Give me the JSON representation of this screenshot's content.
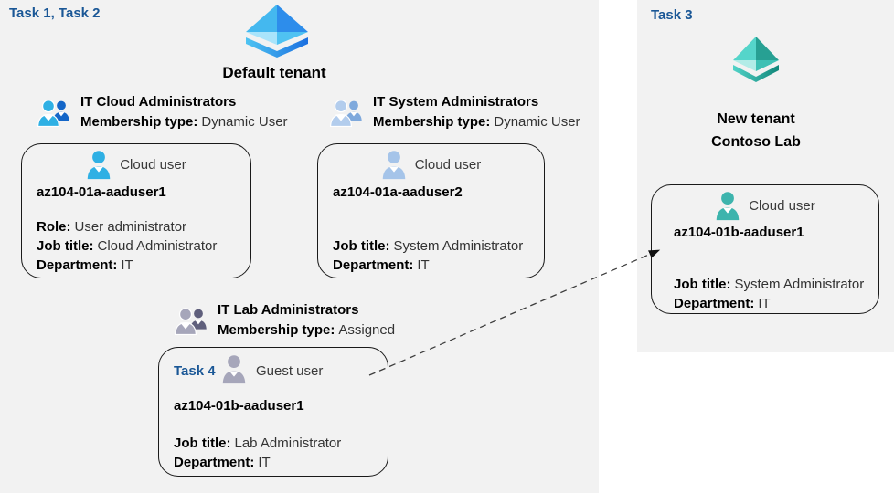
{
  "colors": {
    "page_background": "#ffffff",
    "region_fill": "#f2f2f2",
    "task_label_blue": "#1a5796",
    "card_border": "#1a1a1a",
    "tenant_icon_blue": [
      "#44b8ef",
      "#2d8deb",
      "#a9e4fb",
      "#4fc2f2",
      "#4ec4f2",
      "#1b6fe0"
    ],
    "tenant_icon_teal": [
      "#55d5ca",
      "#27a093",
      "#b2ece7",
      "#3fc0b4",
      "#52d3c8",
      "#118679"
    ],
    "cloud_user_icon_cyan": "#2fb0e4",
    "cloud_user_icon_steel": "#a5c4e9",
    "guest_user_icon_gray": "#a6a6ba",
    "cloud_user_icon_teal": "#3db4ad",
    "group_icon_blue": [
      "#2fb0e4",
      "#1466c8"
    ],
    "group_icon_steel": [
      "#b3cded",
      "#7fa9dc"
    ],
    "group_icon_gray": [
      "#a6a6ba",
      "#5f5f7c"
    ]
  },
  "left": {
    "task_label": "Task 1, Task 2",
    "tenant_name": "Default tenant",
    "groups": [
      {
        "title": "IT Cloud Administrators",
        "membership_label": "Membership type:",
        "membership_value": "Dynamic User"
      },
      {
        "title": "IT System Administrators",
        "membership_label": "Membership type:",
        "membership_value": "Dynamic User"
      },
      {
        "title": "IT Lab Administrators",
        "membership_label": "Membership type:",
        "membership_value": "Assigned"
      }
    ],
    "users": [
      {
        "type_label": "Cloud user",
        "name": "az104-01a-aaduser1",
        "fields": [
          {
            "label": "Role:",
            "value": "User administrator"
          },
          {
            "label": "Job title:",
            "value": "Cloud Administrator"
          },
          {
            "label": "Department:",
            "value": "IT"
          }
        ]
      },
      {
        "type_label": "Cloud user",
        "name": "az104-01a-aaduser2",
        "fields": [
          {
            "label": "Job title:",
            "value": "System Administrator"
          },
          {
            "label": "Department:",
            "value": "IT"
          }
        ]
      },
      {
        "task_label": "Task 4",
        "type_label": "Guest user",
        "name": "az104-01b-aaduser1",
        "fields": [
          {
            "label": "Job title:",
            "value": "Lab Administrator"
          },
          {
            "label": "Department:",
            "value": "IT"
          }
        ]
      }
    ]
  },
  "right": {
    "task_label": "Task 3",
    "tenant_name_line1": "New  tenant",
    "tenant_name_line2": "Contoso Lab",
    "user": {
      "type_label": "Cloud user",
      "name": "az104-01b-aaduser1",
      "fields": [
        {
          "label": "Job title:",
          "value": "System Administrator"
        },
        {
          "label": "Department:",
          "value": "IT"
        }
      ]
    }
  }
}
